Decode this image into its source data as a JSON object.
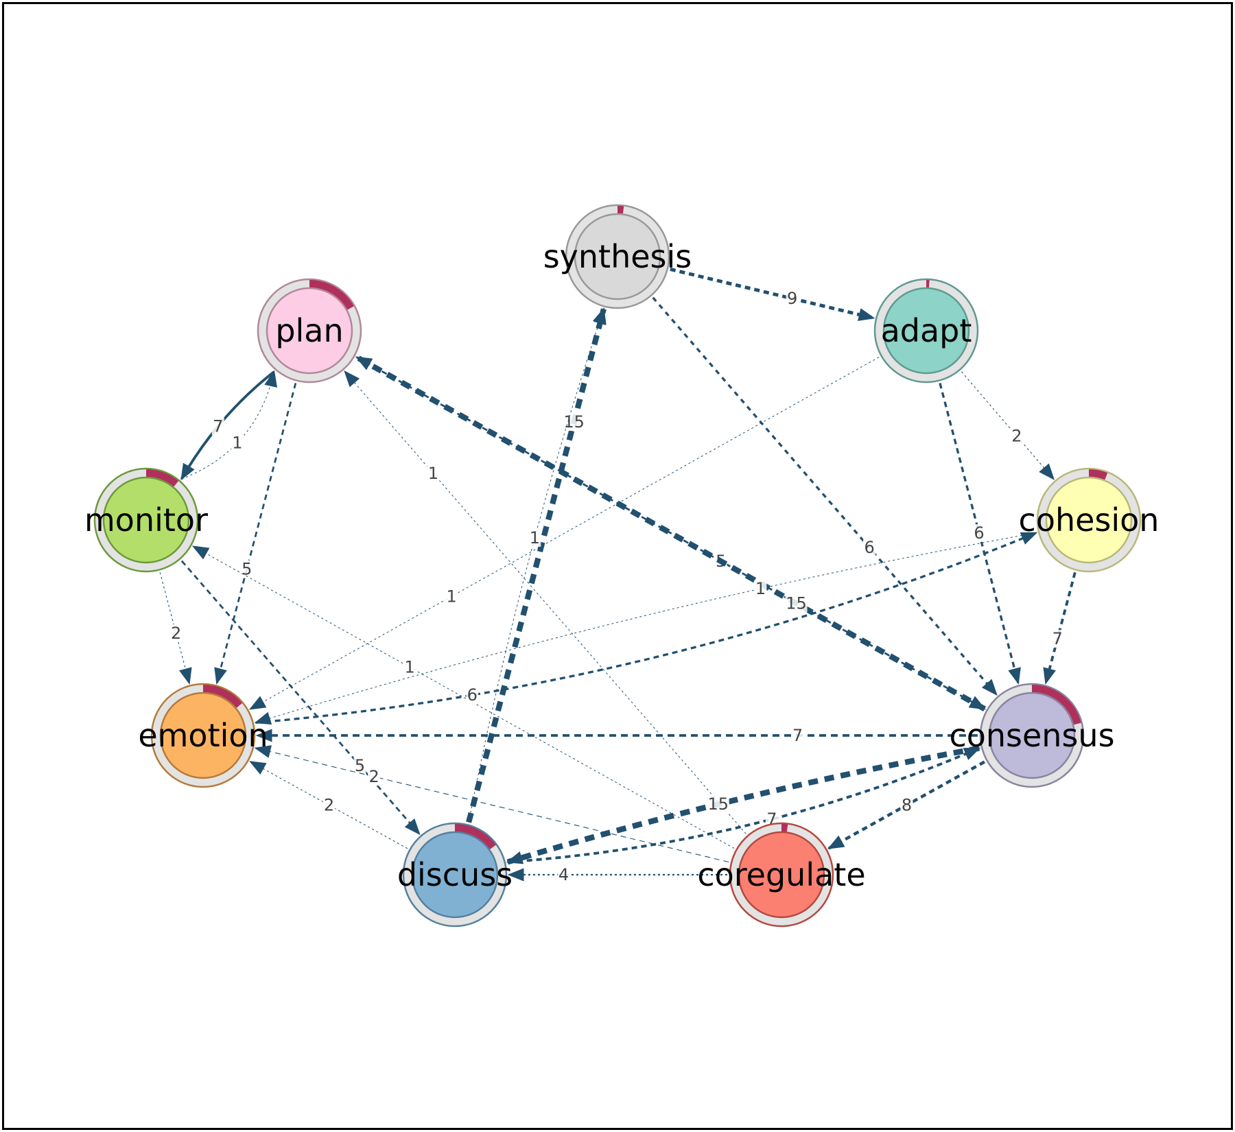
{
  "diagram": {
    "edge_color": "#22506f",
    "ring_fill": "#e3e3e3",
    "pie_color": "#b0305c",
    "nodes": [
      {
        "id": "synthesis",
        "label": "synthesis",
        "fill": "#d9d9d9",
        "stroke": "#999999",
        "pie": 0.02
      },
      {
        "id": "adapt",
        "label": "adapt",
        "fill": "#8dd3c7",
        "stroke": "#5e9a90",
        "pie": 0.01
      },
      {
        "id": "plan",
        "label": "plan",
        "fill": "#fccde5",
        "stroke": "#b08898",
        "pie": 0.17
      },
      {
        "id": "monitor",
        "label": "monitor",
        "fill": "#b3de69",
        "stroke": "#6b9a3a",
        "pie": 0.11
      },
      {
        "id": "cohesion",
        "label": "cohesion",
        "fill": "#ffffb3",
        "stroke": "#b8b87a",
        "pie": 0.06
      },
      {
        "id": "emotion",
        "label": "emotion",
        "fill": "#fdb462",
        "stroke": "#b57a3a",
        "pie": 0.14
      },
      {
        "id": "consensus",
        "label": "consensus",
        "fill": "#bebada",
        "stroke": "#88849e",
        "pie": 0.21
      },
      {
        "id": "discuss",
        "label": "discuss",
        "fill": "#80b1d3",
        "stroke": "#55809e",
        "pie": 0.15
      },
      {
        "id": "coregulate",
        "label": "coregulate",
        "fill": "#fb8072",
        "stroke": "#b5483e",
        "pie": 0.02
      }
    ],
    "edges": [
      {
        "from": "synthesis",
        "to": "adapt",
        "label": "9",
        "weight": 9
      },
      {
        "from": "synthesis",
        "to": "consensus",
        "label": "6",
        "weight": 6
      },
      {
        "from": "adapt",
        "to": "cohesion",
        "label": "2",
        "weight": 2
      },
      {
        "from": "adapt",
        "to": "consensus",
        "label": "6",
        "weight": 6
      },
      {
        "from": "adapt",
        "to": "emotion",
        "label": "1",
        "weight": 1
      },
      {
        "from": "plan",
        "to": "monitor",
        "label": "7",
        "weight": 7
      },
      {
        "from": "monitor",
        "to": "plan",
        "label": "1",
        "weight": 1
      },
      {
        "from": "plan",
        "to": "emotion",
        "label": "5",
        "weight": 5
      },
      {
        "from": "plan",
        "to": "consensus",
        "label": "5",
        "weight": 5
      },
      {
        "from": "consensus",
        "to": "plan",
        "label": "15",
        "weight": 15
      },
      {
        "from": "coregulate",
        "to": "plan",
        "label": "1",
        "weight": 1
      },
      {
        "from": "monitor",
        "to": "emotion",
        "label": "2",
        "weight": 2
      },
      {
        "from": "monitor",
        "to": "discuss",
        "label": "5",
        "weight": 5
      },
      {
        "from": "coregulate",
        "to": "monitor",
        "label": "1",
        "weight": 1
      },
      {
        "from": "cohesion",
        "to": "consensus",
        "label": "7",
        "weight": 7
      },
      {
        "from": "cohesion",
        "to": "emotion",
        "label": "1",
        "weight": 1
      },
      {
        "from": "emotion",
        "to": "cohesion",
        "label": "6",
        "weight": 6
      },
      {
        "from": "consensus",
        "to": "emotion",
        "label": "7",
        "weight": 7
      },
      {
        "from": "discuss",
        "to": "emotion",
        "label": "2",
        "weight": 2
      },
      {
        "from": "coregulate",
        "to": "emotion",
        "label": "2",
        "weight": 2
      },
      {
        "from": "discuss",
        "to": "synthesis",
        "label": "15",
        "weight": 15
      },
      {
        "from": "discuss",
        "to": "consensus",
        "label": "7",
        "weight": 7
      },
      {
        "from": "consensus",
        "to": "discuss",
        "label": "15",
        "weight": 15
      },
      {
        "from": "consensus",
        "to": "coregulate",
        "label": "8",
        "weight": 8
      },
      {
        "from": "coregulate",
        "to": "discuss",
        "label": "4",
        "weight": 4
      },
      {
        "from": "discuss",
        "to": "synthesis",
        "label": "1",
        "weight": 1
      }
    ]
  }
}
